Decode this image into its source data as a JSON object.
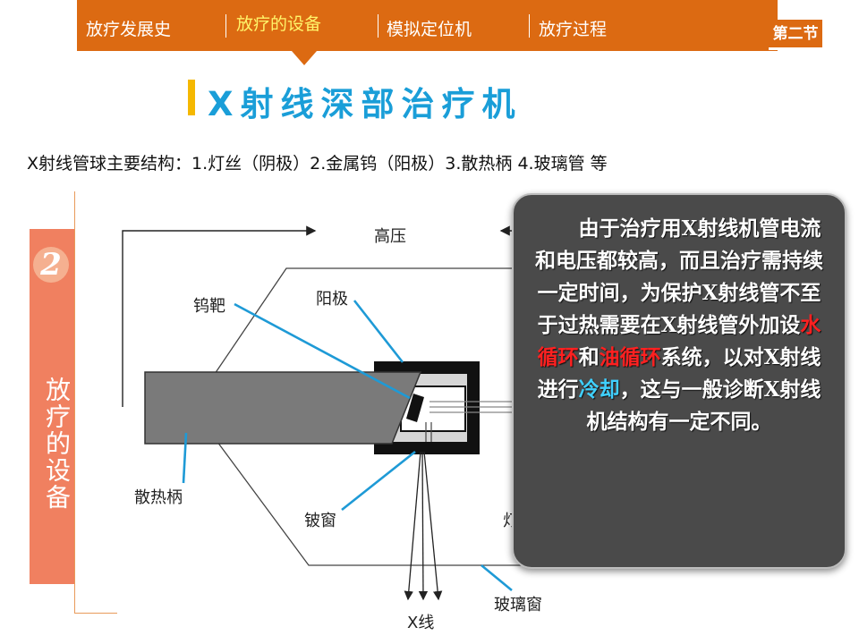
{
  "nav": {
    "tabs": [
      {
        "label": "放疗发展史",
        "active": false
      },
      {
        "label": "放疗的设备",
        "active": true
      },
      {
        "label": "模拟定位机",
        "active": false
      },
      {
        "label": "放疗过程",
        "active": false
      }
    ],
    "section": "第二节"
  },
  "title": "X射线深部治疗机",
  "subtitle": "X射线管球主要结构：1.灯丝（阴极）2.金属钨（阳极）3.散热柄 4.玻璃管 等",
  "sidebar": {
    "number": "2",
    "label": "放疗的设备"
  },
  "diagram": {
    "labels": {
      "high_voltage": "高压",
      "tungsten_target": "钨靶",
      "anode": "阳极",
      "heat_sink": "散热柄",
      "beryllium_window": "铍窗",
      "filament_partial": "灯",
      "glass_window": "玻璃窗",
      "x_ray": "X线"
    }
  },
  "callout": {
    "p1": "由于治疗用X射线机管电流和电压都较高，而且治疗需持续一定时间，为保护X射线管不至于过热需要在X射线管外加设",
    "hl1": "水循环",
    "p2": "和",
    "hl2": "油循环",
    "p3": "系统，以对X射线进行",
    "hl3": "冷却",
    "p4": "，这与一般诊断X射线机结构有一定不同。"
  },
  "colors": {
    "nav_bg": "#dc6a12",
    "nav_active": "#fff46a",
    "title": "#1a9ed8",
    "title_bar": "#f5b800",
    "sidebar": "#f08060",
    "callout_bg": "#4a4a4a",
    "highlight_red": "#ff2020",
    "highlight_cyan": "#40d0ff",
    "pointer_line": "#1e9ad6"
  }
}
